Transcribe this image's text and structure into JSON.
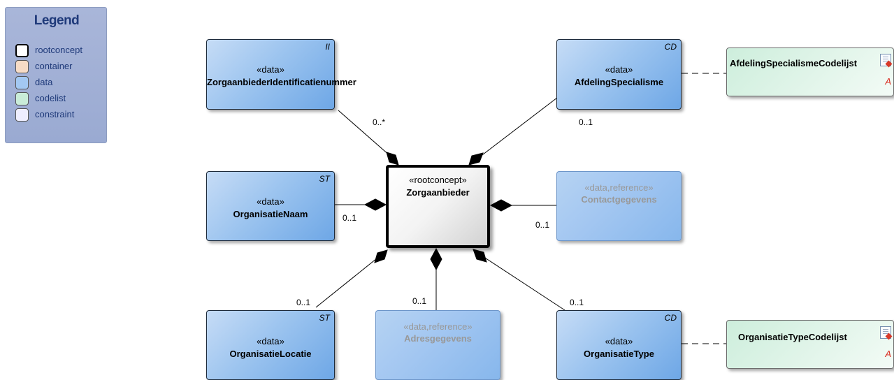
{
  "legend": {
    "title": "Legend",
    "items": [
      {
        "label": "rootconcept",
        "color": "#ffffff"
      },
      {
        "label": "container",
        "color": "#f7dcc6"
      },
      {
        "label": "data",
        "color": "#a3c8f2"
      },
      {
        "label": "codelist",
        "color": "#c9ecd8"
      },
      {
        "label": "constraint",
        "color": "#eeeeff"
      }
    ]
  },
  "diagram": {
    "root": {
      "stereotype": "«rootconcept»",
      "name": "Zorgaanbieder"
    },
    "boxes": {
      "zorgaanbieder_identificatienummer": {
        "stereotype": "«data»",
        "name": "ZorgaanbiederIdentificatienummer",
        "type": "II",
        "multiplicity": "0..*"
      },
      "afdeling_specialisme": {
        "stereotype": "«data»",
        "name": "AfdelingSpecialisme",
        "type": "CD",
        "multiplicity": "0..1"
      },
      "organisatie_naam": {
        "stereotype": "«data»",
        "name": "OrganisatieNaam",
        "type": "ST",
        "multiplicity": "0..1"
      },
      "contactgegevens": {
        "stereotype": "«data,reference»",
        "name": "Contactgegevens",
        "multiplicity": "0..1"
      },
      "organisatie_locatie": {
        "stereotype": "«data»",
        "name": "OrganisatieLocatie",
        "type": "ST",
        "multiplicity": "0..1"
      },
      "adresgegevens": {
        "stereotype": "«data,reference»",
        "name": "Adresgegevens",
        "multiplicity": "0..1"
      },
      "organisatie_type": {
        "stereotype": "«data»",
        "name": "OrganisatieType",
        "type": "CD",
        "multiplicity": "0..1"
      }
    },
    "codelists": {
      "afdeling_specialisme_codelijst": {
        "name": "AfdelingSpecialismeCodelijst",
        "marker": "A",
        "icon": "document-icon"
      },
      "organisatie_type_codelijst": {
        "name": "OrganisatieTypeCodelijst",
        "marker": "A",
        "icon": "document-icon"
      }
    }
  }
}
